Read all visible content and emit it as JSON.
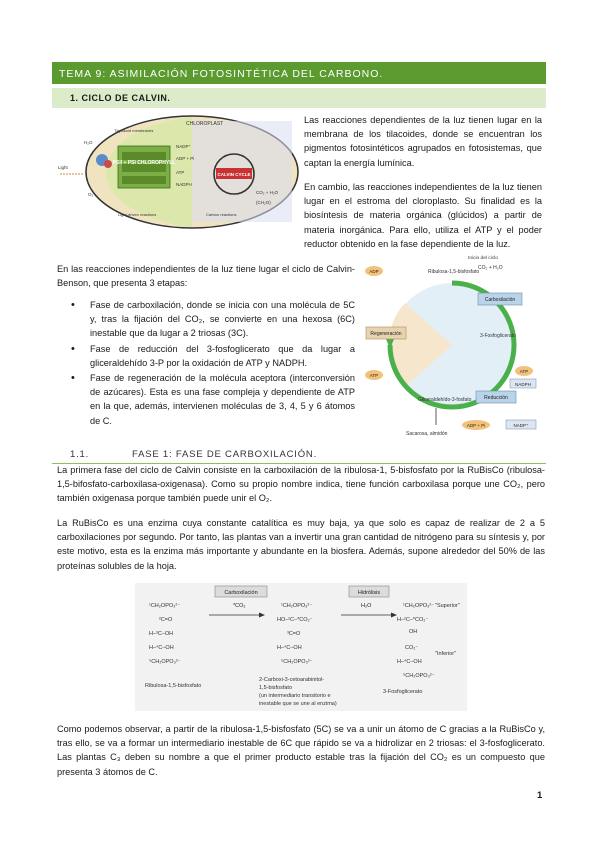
{
  "heading": {
    "title": "TEMA 9: ASIMILACIÓN FOTOSINTÉTICA DEL CARBONO."
  },
  "section1": {
    "title": "1.   CICLO DE CALVIN.",
    "para1": "Las reacciones dependientes de la luz tienen lugar en la membrana de los tilacoides, donde se encuentran los pigmentos fotosintéticos agrupados en fotosistemas, que captan la energía lumínica.",
    "para2": "En cambio, las reacciones independientes de la luz tienen lugar en el estroma del cloroplasto. Su finalidad es la biosíntesis de materia orgánica (glúcidos) a partir de materia inorgánica. Para ello, utiliza el ATP y el poder reductor obtenido en la fase dependiente de la luz.",
    "intro": "En las reacciones independientes de la luz tiene lugar el ciclo de Calvin-Benson, que presenta 3 etapas:",
    "stages": [
      "Fase de carboxilación, donde se inicia con una molécula de 5C y, tras la fijación del CO₂, se convierte en una hexosa (6C) inestable que da lugar a 2 triosas (3C).",
      "Fase de reducción del 3-fosfoglicerato que da lugar a gliceraldehído 3-P por la oxidación de ATP y NADPH.",
      "Fase de regeneración de la molécula aceptora (interconversión de azúcares). Esta es una fase compleja y dependiente de ATP en la que, además, intervienen moléculas de 3, 4, 5 y 6 átomos de C."
    ]
  },
  "chloroplast_figure": {
    "chloroplast": "CHLOROPLAST",
    "light": "Light",
    "h2o": "H₂O",
    "thylakoid": "Thylakoid membranes",
    "ps": "PSII + PSI CHLOROPHYLL",
    "nadp": "NADP⁺",
    "adp": "ADP + Pi",
    "atp": "ATP",
    "nadph": "NADPH",
    "calvin": "CALVIN CYCLE",
    "o2": "O₂",
    "co2h2o": "CO₂ + H₂O",
    "ch2o": "(CH₂O)",
    "light_reactions": "Light-driven reactions",
    "carbon_reactions": "Carbon reactions"
  },
  "cycle_figure": {
    "start": "Inicio del ciclo",
    "co2": "CO₂ + H₂O",
    "rubp": "Ribulosa-1,5-bisfosfato",
    "carbox": "Carboxilación",
    "pga": "3-Fosfoglicerato",
    "regen": "Regeneración",
    "reduc": "Reducción",
    "g3p": "Gliceraldehído-3-fosfato",
    "sac": "Sacarosa, almidón",
    "adp": "ADP",
    "atp": "ATP",
    "atp2": "ATP",
    "nadph": "NADPH",
    "adp_out": "ADP + Pi",
    "nadp_out": "NADP⁺"
  },
  "section11": {
    "num": "1.1.",
    "title": "FASE 1: FASE DE CARBOXILACIÓN.",
    "para1": "La primera fase del ciclo de Calvin consiste en la carboxilación de la ribulosa-1, 5-bisfosfato por la RuBisCo (ribulosa-1,5-bifosfato-carboxilasa-oxigenasa). Como su propio nombre indica, tiene función carboxilasa porque une CO₂, pero también oxigenasa porque también puede unir el O₂.",
    "para2": "La RuBisCo es una enzima cuya constante catalítica es muy baja, ya que solo es capaz de realizar de 2 a 5 carboxilaciones por segundo. Por tanto, las plantas van a invertir una gran cantidad de nitrógeno para su síntesis y, por este motivo, esta es la enzima más importante y abundante en la biosfera. Además, supone alrededor del 50% de las proteínas solubles de la hoja.",
    "para3": "Como podemos observar, a partir de la ribulosa-1,5-bisfosfato (5C) se va a unir un átomo de C gracias a la RuBisCo y, tras ello, se va a formar un intermediario inestable de 6C que rápido se va a hidrolizar en 2 triosas: el 3-fosfoglicerato. Las plantas C₃ deben su nombre a que el primer producto estable tras la fijación del CO₂ es un compuesto que presenta 3 átomos de C."
  },
  "reaction_figure": {
    "carbox": "Carboxilación",
    "hidrol": "Hidrólisis",
    "co2": "*CO₂",
    "h2o": "H₂O",
    "superior": "\"Superior\"",
    "inferior": "\"Inferior\"",
    "rubp_label": "Ribulosa-1,5-bisfosfato",
    "inter_label1": "2-Carboxi-3-cetoarabinitol-",
    "inter_label2": "1,5-bisfosfato",
    "inter_label3": "(un intermediario transitorio e",
    "inter_label4": "inestable que se une al enzima)",
    "pga_label": "3-Fosfoglicerato"
  },
  "page": {
    "number": "1"
  }
}
